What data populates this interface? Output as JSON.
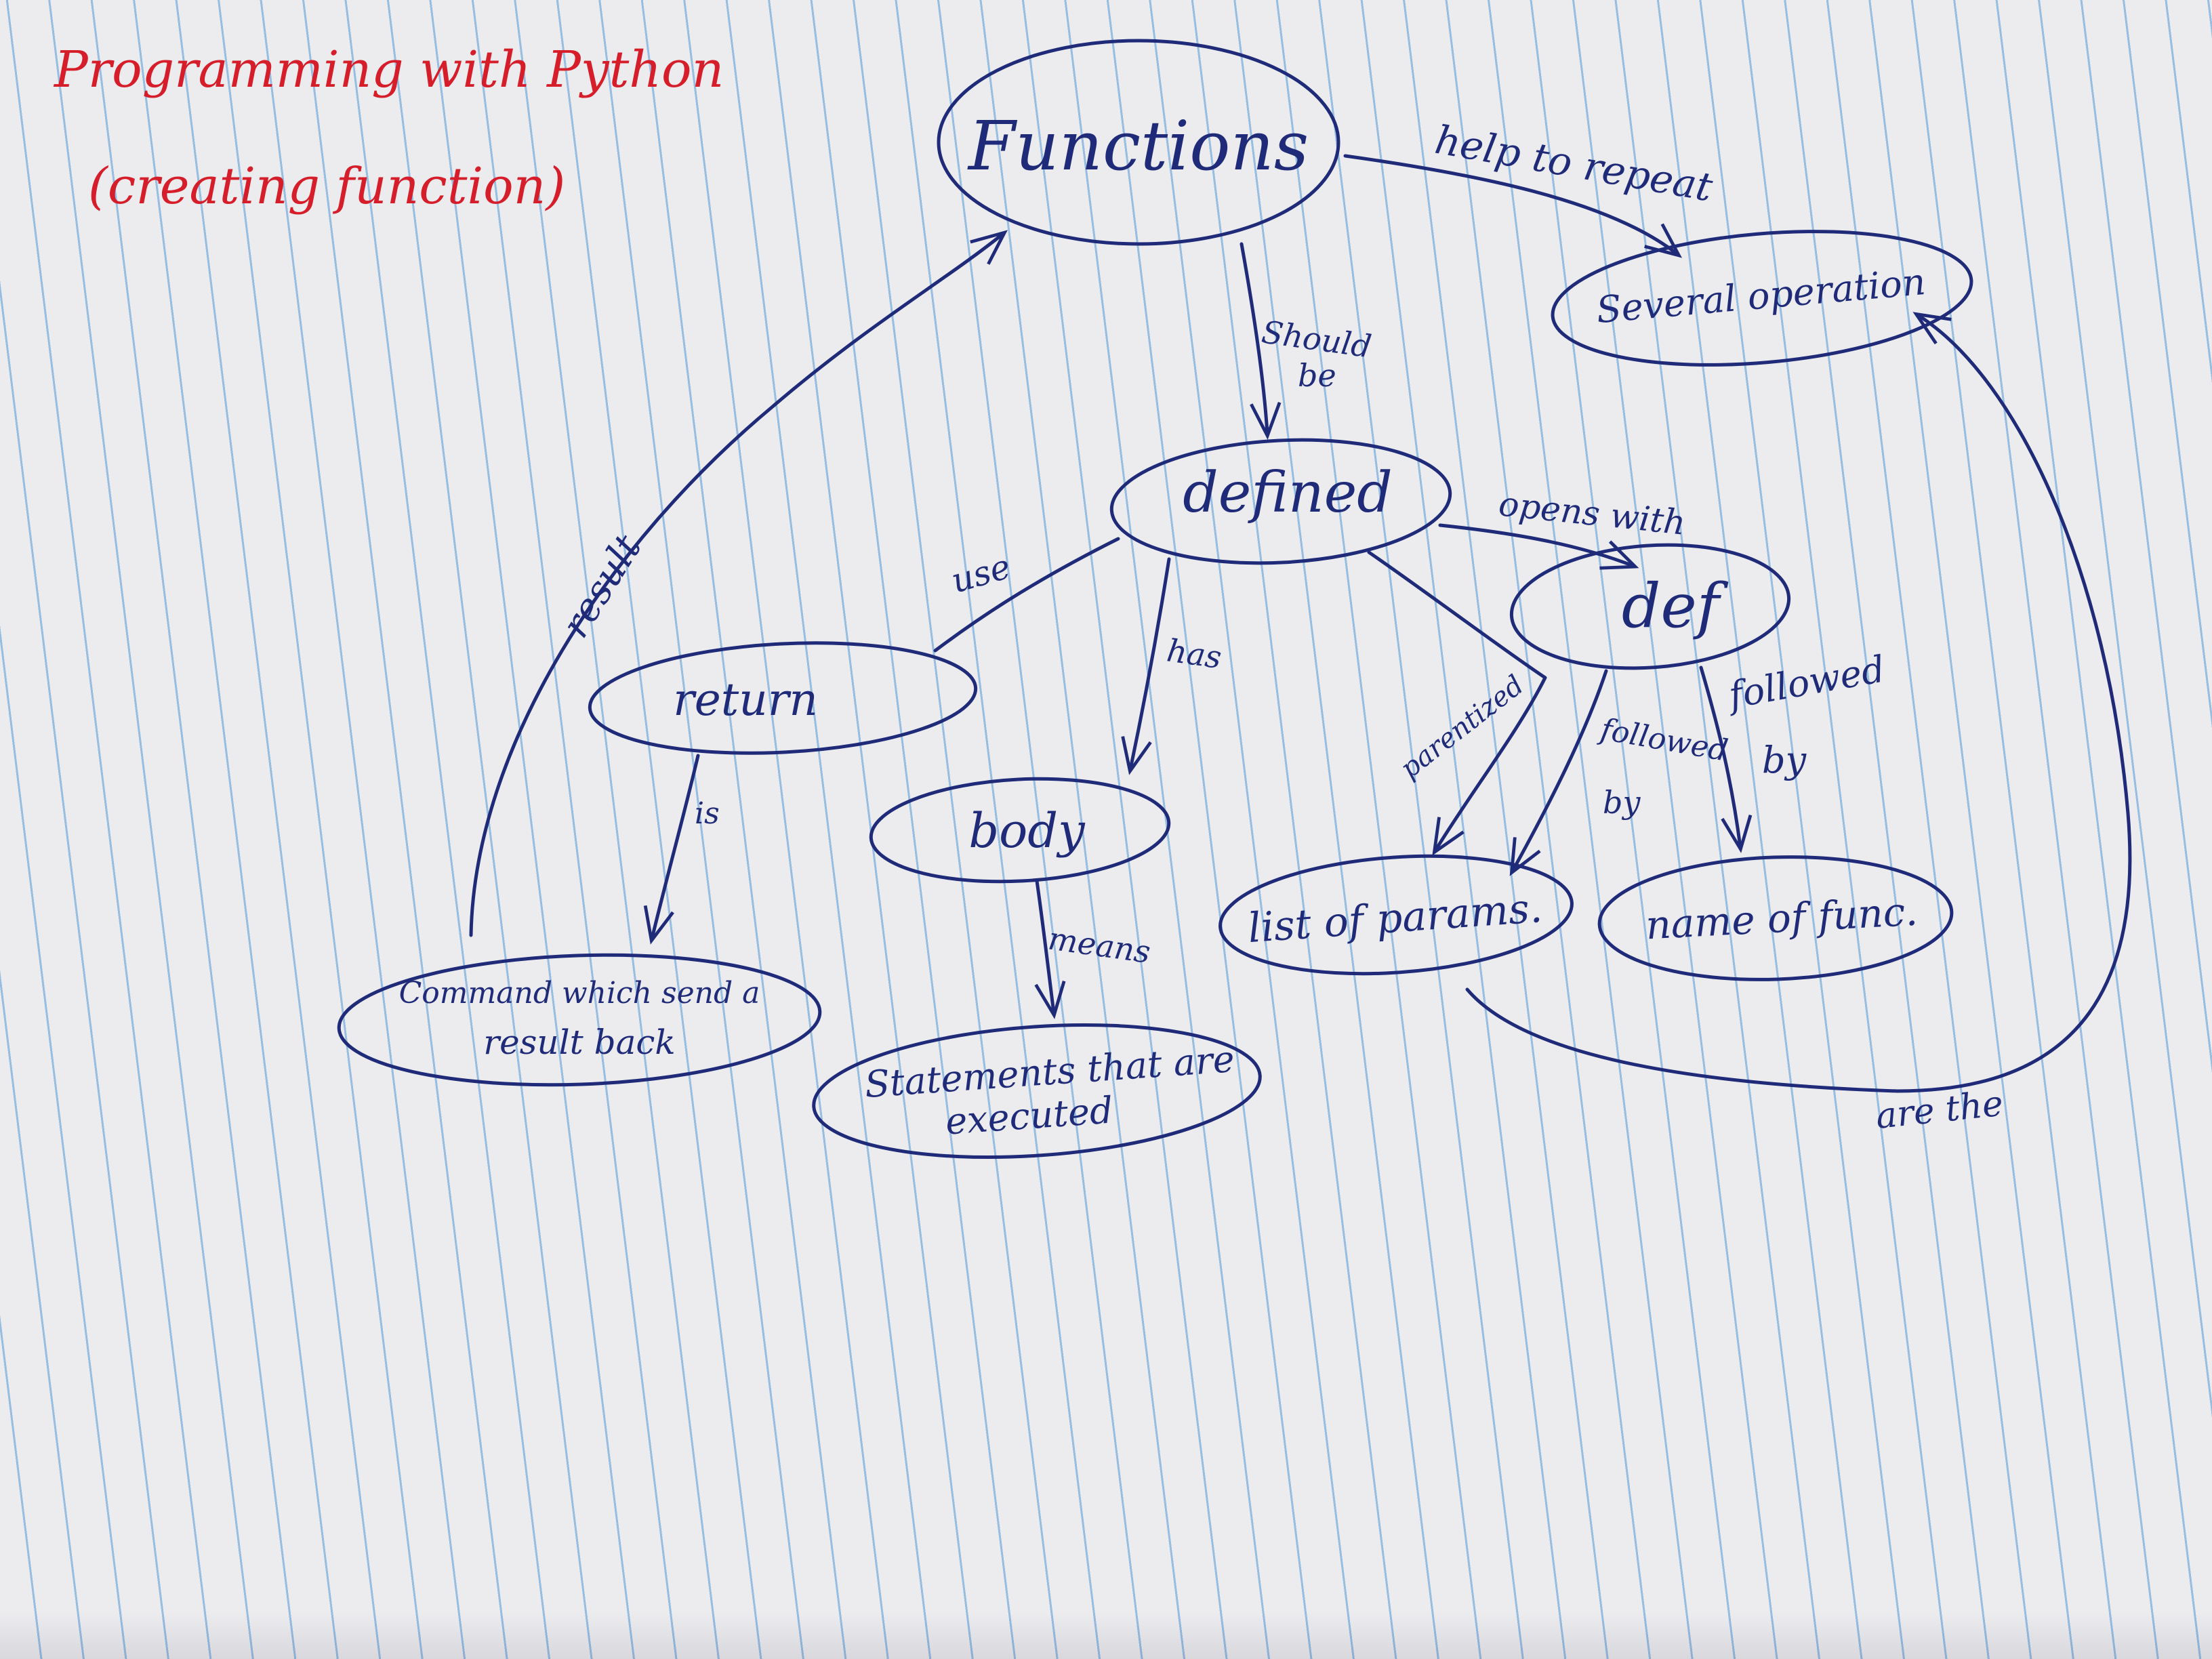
{
  "title": {
    "line1": "Programming with Python",
    "line2": "(creating function)",
    "color": "#d61d2a"
  },
  "ink_color": "#1f2a78",
  "nodes": {
    "functions": "Functions",
    "several_operation": "Several operation",
    "defined": "defined",
    "def": "def",
    "return": "return",
    "body": "body",
    "list_of_params": "list of params.",
    "name_of_func": "name of func.",
    "command_line1": "Command which send a",
    "command_line2": "result back",
    "statements_line1": "Statements that are",
    "statements_line2": "executed"
  },
  "edges": {
    "help_to_repeat": "help to repeat",
    "should_be_1": "Should",
    "should_be_2": "be",
    "opens_with": "opens with",
    "use": "use",
    "has": "has",
    "parentized": "parentized",
    "followed_by_a1": "followed",
    "followed_by_a2": "by",
    "followed_by_b1": "followed",
    "followed_by_b2": "by",
    "is": "is",
    "means": "means",
    "result": "result",
    "are_the": "are the"
  }
}
